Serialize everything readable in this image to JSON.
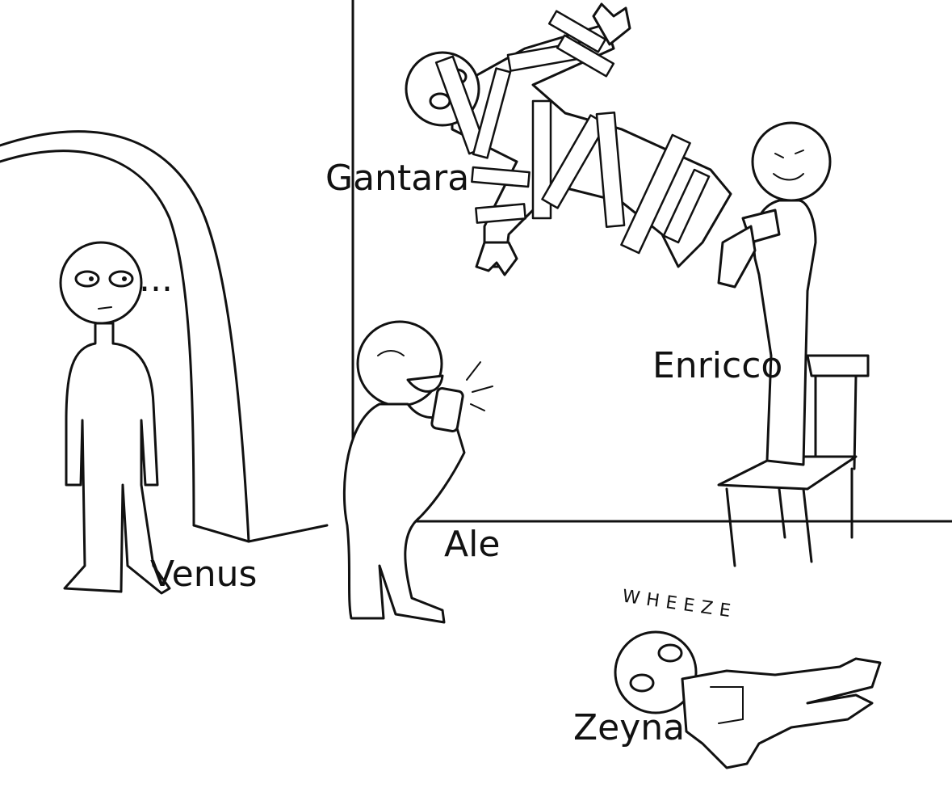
{
  "labels": {
    "gantara": "Gantara",
    "enricco": "Enricco",
    "venus": "Venus",
    "ale": "Ale",
    "zeyna": "Zeyna"
  },
  "sound_effect": "WHEEZE",
  "thought_dots": "...",
  "colors": {
    "ink": "#111111",
    "paper": "#ffffff"
  }
}
